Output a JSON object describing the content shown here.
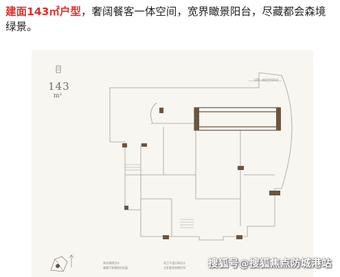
{
  "caption": {
    "highlight": "建面143㎡户型",
    "text": "，奢阔餐客一体空间，宽界瞰景阳台，尽藏都会森境绿景。"
  },
  "floorplan": {
    "area_number": "143",
    "area_unit": "m²",
    "balcony_note": "LDK一体化空间设计",
    "note_left_line1": "南北通透设计",
    "note_left_line2": "餐客厅联通阳台拓展",
    "note_right_line1": "双卫干湿分离设计",
    "note_right_line2": "主卧套房衣帽空间"
  },
  "watermark": "搜狐号@搜狐焦点防城港站",
  "colors": {
    "caption_highlight": "#d6322e",
    "wall": "#6b5540",
    "plan_line": "#8c8680",
    "background": "#f8f6f1"
  }
}
